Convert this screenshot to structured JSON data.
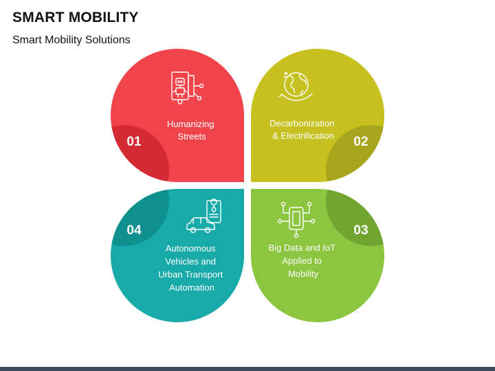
{
  "header": {
    "title": "SMART MOBILITY",
    "subtitle": "Smart Mobility Solutions"
  },
  "petals": [
    {
      "number": "01",
      "lines": [
        "Humanizing",
        "Streets"
      ],
      "icon": "robot-icon",
      "color": "#f0444a",
      "shade": "#d32a33"
    },
    {
      "number": "02",
      "lines": [
        "Decarbonization",
        "&  Electrification"
      ],
      "icon": "globe-hand-icon",
      "color": "#c6c121",
      "shade": "#a7a51c"
    },
    {
      "number": "03",
      "lines": [
        "Big Data and IoT",
        "Applied to",
        "Mobility"
      ],
      "icon": "phone-circuit-icon",
      "color": "#8cc53f",
      "shade": "#71a532"
    },
    {
      "number": "04",
      "lines": [
        "Autonomous",
        "Vehicles and",
        "Urban Transport",
        "Automation"
      ],
      "icon": "car-map-icon",
      "color": "#17aaa9",
      "shade": "#0f8f8e"
    }
  ]
}
